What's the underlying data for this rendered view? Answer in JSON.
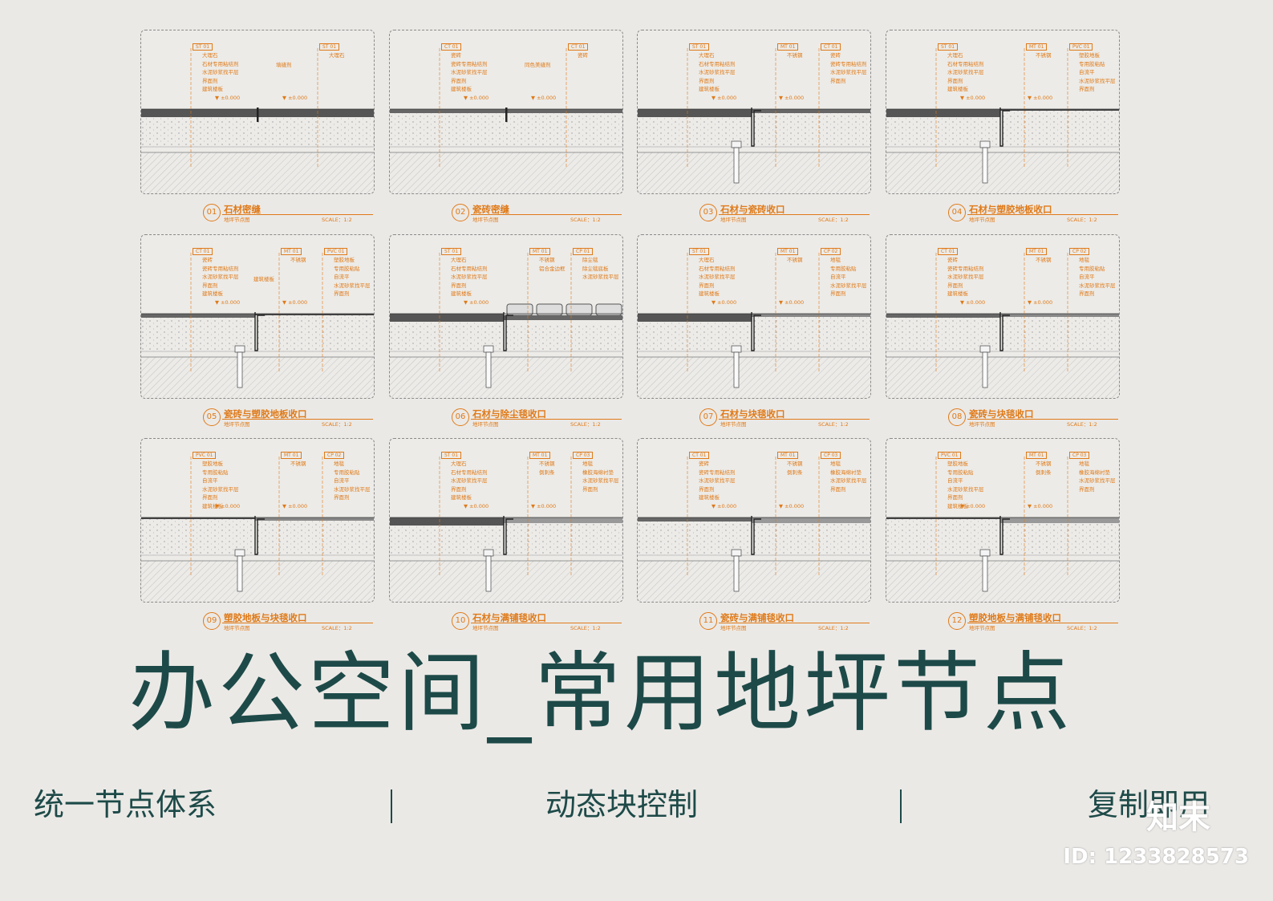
{
  "panels": [
    {
      "num": "01",
      "title": "石材密缝",
      "subtitle": "地坪节点图",
      "scale": "SCALE：1:2",
      "materials": [
        {
          "code": "ST",
          "num": "01",
          "lines": [
            "大理石",
            "石材专用粘结剂",
            "水泥砂浆找平层",
            "界面剂",
            "建筑楼板"
          ]
        },
        {
          "code": "ST",
          "num": "01",
          "lines": [
            "大理石"
          ]
        }
      ],
      "extra_label": "填缝剂",
      "elevations": [
        "±0.000",
        "±0.000"
      ]
    },
    {
      "num": "02",
      "title": "瓷砖密缝",
      "subtitle": "地坪节点图",
      "scale": "SCALE：1:2",
      "materials": [
        {
          "code": "CT",
          "num": "01",
          "lines": [
            "瓷砖",
            "瓷砖专用粘结剂",
            "水泥砂浆找平层",
            "界面剂",
            "建筑楼板"
          ]
        },
        {
          "code": "CT",
          "num": "01",
          "lines": [
            "瓷砖"
          ]
        }
      ],
      "extra_label": "同色美缝剂",
      "elevations": [
        "±0.000",
        "±0.000"
      ]
    },
    {
      "num": "03",
      "title": "石材与瓷砖收口",
      "subtitle": "地坪节点图",
      "scale": "SCALE：1:2",
      "materials": [
        {
          "code": "ST",
          "num": "01",
          "lines": [
            "大理石",
            "石材专用粘结剂",
            "水泥砂浆找平层",
            "界面剂",
            "建筑楼板"
          ]
        },
        {
          "code": "MT",
          "num": "01",
          "lines": [
            "不锈钢"
          ]
        },
        {
          "code": "CT",
          "num": "01",
          "lines": [
            "瓷砖",
            "瓷砖专用粘结剂",
            "水泥砂浆找平层",
            "界面剂"
          ]
        }
      ],
      "extra_label": "",
      "elevations": [
        "±0.000",
        "±0.000"
      ]
    },
    {
      "num": "04",
      "title": "石材与塑胶地板收口",
      "subtitle": "地坪节点图",
      "scale": "SCALE：1:2",
      "materials": [
        {
          "code": "ST",
          "num": "01",
          "lines": [
            "大理石",
            "石材专用粘结剂",
            "水泥砂浆找平层",
            "界面剂",
            "建筑楼板"
          ]
        },
        {
          "code": "MT",
          "num": "01",
          "lines": [
            "不锈钢"
          ]
        },
        {
          "code": "PVC",
          "num": "01",
          "lines": [
            "塑胶地板",
            "专用胶粘贴",
            "自流平",
            "水泥砂浆找平层",
            "界面剂"
          ]
        }
      ],
      "extra_label": "",
      "elevations": [
        "±0.000",
        "±0.000"
      ]
    },
    {
      "num": "05",
      "title": "瓷砖与塑胶地板收口",
      "subtitle": "地坪节点图",
      "scale": "SCALE：1:2",
      "materials": [
        {
          "code": "CT",
          "num": "01",
          "lines": [
            "瓷砖",
            "瓷砖专用粘结剂",
            "水泥砂浆找平层",
            "界面剂",
            "建筑楼板"
          ]
        },
        {
          "code": "MT",
          "num": "01",
          "lines": [
            "不锈钢"
          ]
        },
        {
          "code": "PVC",
          "num": "01",
          "lines": [
            "塑胶地板",
            "专用胶粘贴",
            "自流平",
            "水泥砂浆找平层",
            "界面剂"
          ]
        }
      ],
      "extra_label": "建筑楼板",
      "elevations": [
        "±0.000",
        "±0.000"
      ]
    },
    {
      "num": "06",
      "title": "石材与除尘毯收口",
      "subtitle": "地坪节点图",
      "scale": "SCALE：1:2",
      "materials": [
        {
          "code": "ST",
          "num": "01",
          "lines": [
            "大理石",
            "石材专用粘结剂",
            "水泥砂浆找平层",
            "界面剂",
            "建筑楼板"
          ]
        },
        {
          "code": "MT",
          "num": "01",
          "lines": [
            "不锈钢",
            "铝合金边框"
          ]
        },
        {
          "code": "CP",
          "num": "01",
          "lines": [
            "除尘毯",
            "除尘毯底板",
            "水泥砂浆找平层"
          ]
        }
      ],
      "extra_label": "",
      "elevations": [
        "±0.000",
        ""
      ]
    },
    {
      "num": "07",
      "title": "石材与块毯收口",
      "subtitle": "地坪节点图",
      "scale": "SCALE：1:2",
      "materials": [
        {
          "code": "ST",
          "num": "01",
          "lines": [
            "大理石",
            "石材专用粘结剂",
            "水泥砂浆找平层",
            "界面剂",
            "建筑楼板"
          ]
        },
        {
          "code": "MT",
          "num": "01",
          "lines": [
            "不锈钢"
          ]
        },
        {
          "code": "CP",
          "num": "02",
          "lines": [
            "地毯",
            "专用胶粘贴",
            "自流平",
            "水泥砂浆找平层",
            "界面剂"
          ]
        }
      ],
      "extra_label": "",
      "elevations": [
        "±0.000",
        "±0.000"
      ]
    },
    {
      "num": "08",
      "title": "瓷砖与块毯收口",
      "subtitle": "地坪节点图",
      "scale": "SCALE：1:2",
      "materials": [
        {
          "code": "CT",
          "num": "01",
          "lines": [
            "瓷砖",
            "瓷砖专用粘结剂",
            "水泥砂浆找平层",
            "界面剂",
            "建筑楼板"
          ]
        },
        {
          "code": "MT",
          "num": "01",
          "lines": [
            "不锈钢"
          ]
        },
        {
          "code": "CP",
          "num": "02",
          "lines": [
            "地毯",
            "专用胶粘贴",
            "自流平",
            "水泥砂浆找平层",
            "界面剂"
          ]
        }
      ],
      "extra_label": "",
      "elevations": [
        "±0.000",
        "±0.000"
      ]
    },
    {
      "num": "09",
      "title": "塑胶地板与块毯收口",
      "subtitle": "地坪节点图",
      "scale": "SCALE：1:2",
      "materials": [
        {
          "code": "PVC",
          "num": "01",
          "lines": [
            "塑胶地板",
            "专用胶粘贴",
            "自流平",
            "水泥砂浆找平层",
            "界面剂",
            "建筑楼板"
          ]
        },
        {
          "code": "MT",
          "num": "01",
          "lines": [
            "不锈钢"
          ]
        },
        {
          "code": "CP",
          "num": "02",
          "lines": [
            "地毯",
            "专用胶粘贴",
            "自流平",
            "水泥砂浆找平层",
            "界面剂"
          ]
        }
      ],
      "extra_label": "",
      "elevations": [
        "±0.000",
        "±0.000"
      ]
    },
    {
      "num": "10",
      "title": "石材与满铺毯收口",
      "subtitle": "地坪节点图",
      "scale": "SCALE：1:2",
      "materials": [
        {
          "code": "ST",
          "num": "01",
          "lines": [
            "大理石",
            "石材专用粘结剂",
            "水泥砂浆找平层",
            "界面剂",
            "建筑楼板"
          ]
        },
        {
          "code": "MT",
          "num": "01",
          "lines": [
            "不锈钢",
            "倒刺条"
          ]
        },
        {
          "code": "CP",
          "num": "03",
          "lines": [
            "地毯",
            "橡胶海绵衬垫",
            "水泥砂浆找平层",
            "界面剂"
          ]
        }
      ],
      "extra_label": "",
      "elevations": [
        "±0.000",
        "±0.000"
      ]
    },
    {
      "num": "11",
      "title": "瓷砖与满铺毯收口",
      "subtitle": "地坪节点图",
      "scale": "SCALE：1:2",
      "materials": [
        {
          "code": "CT",
          "num": "01",
          "lines": [
            "瓷砖",
            "瓷砖专用粘结剂",
            "水泥砂浆找平层",
            "界面剂",
            "建筑楼板"
          ]
        },
        {
          "code": "MT",
          "num": "01",
          "lines": [
            "不锈钢",
            "倒刺条"
          ]
        },
        {
          "code": "CP",
          "num": "03",
          "lines": [
            "地毯",
            "橡胶海绵衬垫",
            "水泥砂浆找平层",
            "界面剂"
          ]
        }
      ],
      "extra_label": "",
      "elevations": [
        "±0.000",
        "±0.000"
      ]
    },
    {
      "num": "12",
      "title": "塑胶地板与满铺毯收口",
      "subtitle": "地坪节点图",
      "scale": "SCALE：1:2",
      "materials": [
        {
          "code": "PVC",
          "num": "01",
          "lines": [
            "塑胶地板",
            "专用胶粘贴",
            "自流平",
            "水泥砂浆找平层",
            "界面剂",
            "建筑楼板"
          ]
        },
        {
          "code": "MT",
          "num": "01",
          "lines": [
            "不锈钢",
            "倒刺条"
          ]
        },
        {
          "code": "CP",
          "num": "03",
          "lines": [
            "地毯",
            "橡胶海绵衬垫",
            "水泥砂浆找平层",
            "界面剂"
          ]
        }
      ],
      "extra_label": "",
      "elevations": [
        "±0.000",
        "±0.000"
      ]
    }
  ],
  "main_title": "办公空间_常用地坪节点",
  "features": [
    "统一节点体系",
    "动态块控制",
    "复制即用"
  ],
  "watermark": {
    "logo": "知末",
    "id": "ID: 1233828573"
  },
  "colors": {
    "accent": "#e07a18",
    "title": "#1d4a48",
    "background": "#ebe9e6"
  }
}
